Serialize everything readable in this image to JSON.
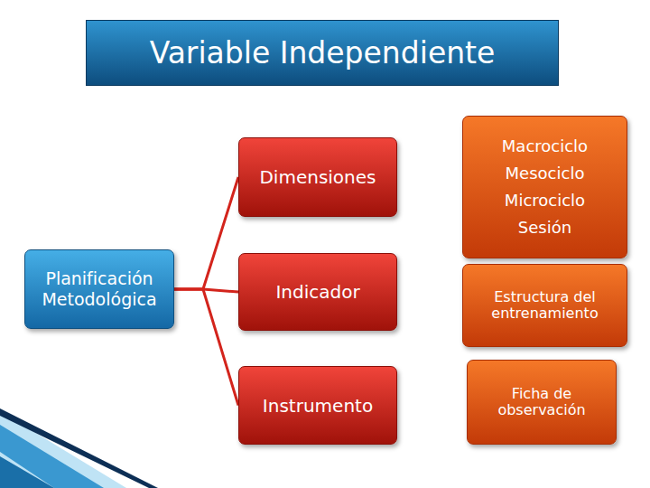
{
  "diagram": {
    "title": "Variable Independiente",
    "nodes": [
      {
        "text": [
          "Planificación Metodológica"
        ]
      },
      {
        "text": [
          "Dimensiones"
        ]
      },
      {
        "text": [
          "Macrociclo",
          "Mesociclo",
          "Microciclo",
          "Sesión"
        ]
      },
      {
        "text": [
          "Indicador"
        ]
      },
      {
        "text": [
          "Estructura del entrenamiento"
        ]
      },
      {
        "text": [
          "Instrumento"
        ]
      },
      {
        "text": [
          "Ficha de observación"
        ]
      }
    ],
    "edges": [
      {
        "from": 0,
        "to": 1,
        "arrow": "none"
      },
      {
        "from": 0,
        "to": 3,
        "arrow": "none"
      },
      {
        "from": 0,
        "to": 5,
        "arrow": "none"
      }
    ]
  }
}
